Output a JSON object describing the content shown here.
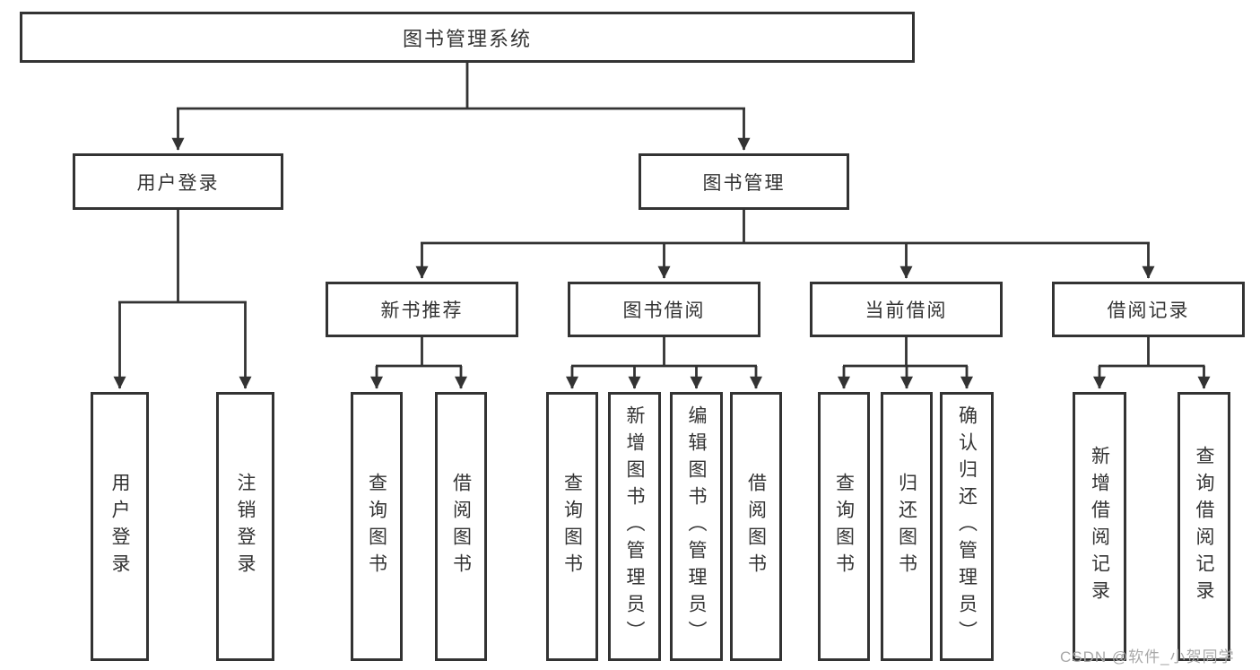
{
  "diagram": {
    "title": "图书管理系统",
    "level2": [
      {
        "label": "用户登录"
      },
      {
        "label": "图书管理"
      }
    ],
    "level3": [
      {
        "parent": "图书管理",
        "label": "新书推荐"
      },
      {
        "parent": "图书管理",
        "label": "图书借阅"
      },
      {
        "parent": "图书管理",
        "label": "当前借阅"
      },
      {
        "parent": "图书管理",
        "label": "借阅记录"
      }
    ],
    "leaves": [
      {
        "parent": "用户登录",
        "label": "用户登录"
      },
      {
        "parent": "用户登录",
        "label": "注销登录"
      },
      {
        "parent": "新书推荐",
        "label": "查询图书"
      },
      {
        "parent": "新书推荐",
        "label": "借阅图书"
      },
      {
        "parent": "图书借阅",
        "label": "查询图书"
      },
      {
        "parent": "图书借阅",
        "label": "新增图书（管理员）"
      },
      {
        "parent": "图书借阅",
        "label": "编辑图书（管理员）"
      },
      {
        "parent": "图书借阅",
        "label": "借阅图书"
      },
      {
        "parent": "当前借阅",
        "label": "查询图书"
      },
      {
        "parent": "当前借阅",
        "label": "归还图书"
      },
      {
        "parent": "当前借阅",
        "label": "确认归还（管理员）"
      },
      {
        "parent": "借阅记录",
        "label": "新增借阅记录"
      },
      {
        "parent": "借阅记录",
        "label": "查询借阅记录"
      }
    ]
  },
  "watermark": "CSDN @软件_小贺同学",
  "colors": {
    "background": "#ffffff",
    "line": "#333333",
    "box_border": "#333333",
    "text": "#333333",
    "watermark": "#a8a8a8"
  }
}
